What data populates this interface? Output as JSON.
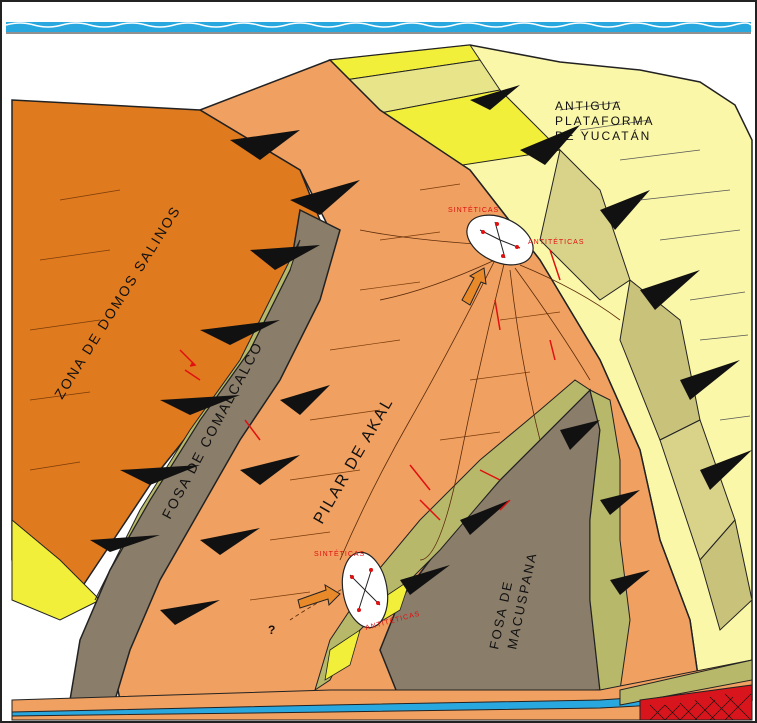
{
  "labels": {
    "platform_line1": "ANTIGUA",
    "platform_line2": "PLATAFORMA",
    "platform_line3": "DE YUCATÁN",
    "salt_zone": "ZONA DE DOMOS SALINOS",
    "comalcalco": "FOSA DE COMALCALCO",
    "akal": "PILAR DE AKAL",
    "macuspana_line1": "FOSA DE",
    "macuspana_line2": "MACUSPANA",
    "sinteticas_upper": "SINTÉTICAS",
    "antiteticas_upper": "ANTITÉTICAS",
    "sinteticas_lower": "SINTÉTICAS",
    "antiteticas_lower": "ANTITÉTICAS",
    "question_mark": "?"
  },
  "colors": {
    "sea": "#29a8e0",
    "platform": "#fbf7a8",
    "platform_yellow": "#f2ef3a",
    "green_layers": "#b8b86a",
    "orange_block": "#f0a060",
    "dark_orange": "#e07a1e",
    "grey_graben": "#8a7d6a",
    "black_faults": "#111111",
    "red_basement": "#d8141c",
    "arrow": "#e88a2a"
  }
}
